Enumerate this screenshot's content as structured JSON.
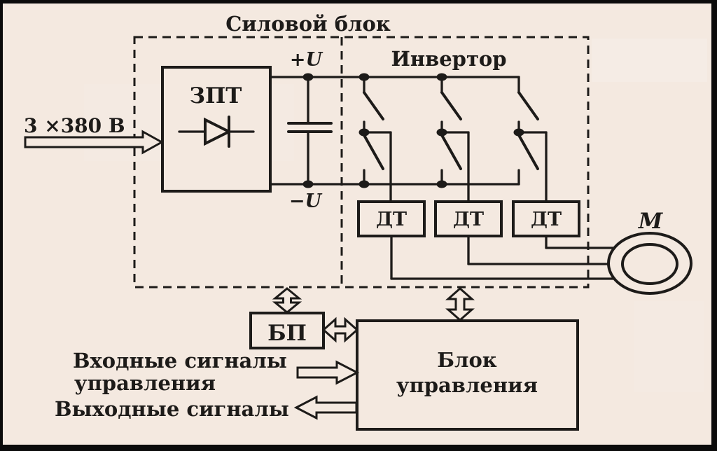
{
  "colors": {
    "paper": "#f4e9e0",
    "ink": "#1d1b19",
    "frame": "#0b0b0b"
  },
  "power_block": {
    "title": "Силовой блок",
    "rectifier_label": "ЗПТ",
    "inverter_label": "Инвертор",
    "bus_positive_label": "+U",
    "bus_negative_label": "−U",
    "current_sensors": [
      "ДТ",
      "ДТ",
      "ДТ"
    ]
  },
  "input_voltage_label": "3 ×380 В",
  "motor_label": "М",
  "power_supply_label": "БП",
  "control_block": {
    "line1": "Блок",
    "line2": "управления"
  },
  "signals": {
    "input_line1": "Входные сигналы",
    "input_line2": "управления",
    "output": "Выходные сигналы"
  }
}
